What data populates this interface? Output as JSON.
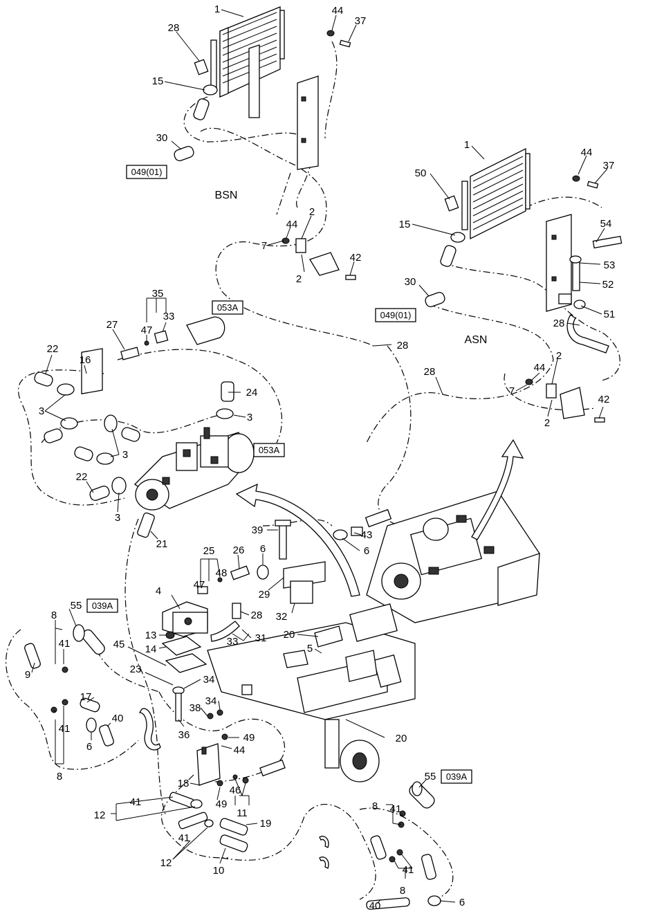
{
  "callouts": [
    {
      "id": "c1a",
      "text": "1"
    },
    {
      "id": "c44a",
      "text": "44"
    },
    {
      "id": "c37a",
      "text": "37"
    },
    {
      "id": "c28a",
      "text": "28"
    },
    {
      "id": "c15a",
      "text": "15"
    },
    {
      "id": "c30a",
      "text": "30"
    },
    {
      "id": "c1b",
      "text": "1"
    },
    {
      "id": "c44b",
      "text": "44"
    },
    {
      "id": "c37b",
      "text": "37"
    },
    {
      "id": "c50",
      "text": "50"
    },
    {
      "id": "c15b",
      "text": "15"
    },
    {
      "id": "c2a",
      "text": "2"
    },
    {
      "id": "c44c",
      "text": "44"
    },
    {
      "id": "c7a",
      "text": "7"
    },
    {
      "id": "c2b",
      "text": "2"
    },
    {
      "id": "c42a",
      "text": "42"
    },
    {
      "id": "c54",
      "text": "54"
    },
    {
      "id": "c53",
      "text": "53"
    },
    {
      "id": "c52",
      "text": "52"
    },
    {
      "id": "c30b",
      "text": "30"
    },
    {
      "id": "c51",
      "text": "51"
    },
    {
      "id": "c28b",
      "text": "28"
    },
    {
      "id": "c35",
      "text": "35"
    },
    {
      "id": "c47a",
      "text": "47"
    },
    {
      "id": "c33a",
      "text": "33"
    },
    {
      "id": "c27",
      "text": "27"
    },
    {
      "id": "c28c",
      "text": "28"
    },
    {
      "id": "c2c",
      "text": "2"
    },
    {
      "id": "c44d",
      "text": "44"
    },
    {
      "id": "c7b",
      "text": "7"
    },
    {
      "id": "c28d",
      "text": "28"
    },
    {
      "id": "c2d",
      "text": "2"
    },
    {
      "id": "c42b",
      "text": "42"
    },
    {
      "id": "c22a",
      "text": "22"
    },
    {
      "id": "c16",
      "text": "16"
    },
    {
      "id": "c24",
      "text": "24"
    },
    {
      "id": "c3a",
      "text": "3"
    },
    {
      "id": "c3b",
      "text": "3"
    },
    {
      "id": "c3c",
      "text": "3"
    },
    {
      "id": "c22b",
      "text": "22"
    },
    {
      "id": "c3d",
      "text": "3"
    },
    {
      "id": "c21",
      "text": "21"
    },
    {
      "id": "c39",
      "text": "39"
    },
    {
      "id": "c43",
      "text": "43"
    },
    {
      "id": "c6a",
      "text": "6"
    },
    {
      "id": "c25",
      "text": "25"
    },
    {
      "id": "c26",
      "text": "26"
    },
    {
      "id": "c6b",
      "text": "6"
    },
    {
      "id": "c48",
      "text": "48"
    },
    {
      "id": "c47b",
      "text": "47"
    },
    {
      "id": "c4",
      "text": "4"
    },
    {
      "id": "c29",
      "text": "29"
    },
    {
      "id": "c28e",
      "text": "28"
    },
    {
      "id": "c32",
      "text": "32"
    },
    {
      "id": "c33b",
      "text": "33"
    },
    {
      "id": "c31",
      "text": "31"
    },
    {
      "id": "c55a",
      "text": "55"
    },
    {
      "id": "c8a",
      "text": "8"
    },
    {
      "id": "c41a",
      "text": "41"
    },
    {
      "id": "c9",
      "text": "9"
    },
    {
      "id": "c13",
      "text": "13"
    },
    {
      "id": "c14",
      "text": "14"
    },
    {
      "id": "c45",
      "text": "45"
    },
    {
      "id": "c20a",
      "text": "20"
    },
    {
      "id": "c5",
      "text": "5"
    },
    {
      "id": "c23",
      "text": "23"
    },
    {
      "id": "c34a",
      "text": "34"
    },
    {
      "id": "c17",
      "text": "17"
    },
    {
      "id": "c40a",
      "text": "40"
    },
    {
      "id": "c38",
      "text": "38"
    },
    {
      "id": "c34b",
      "text": "34"
    },
    {
      "id": "c41b",
      "text": "41"
    },
    {
      "id": "c6c",
      "text": "6"
    },
    {
      "id": "c36",
      "text": "36"
    },
    {
      "id": "c49a",
      "text": "49"
    },
    {
      "id": "c44e",
      "text": "44"
    },
    {
      "id": "c20b",
      "text": "20"
    },
    {
      "id": "c8b",
      "text": "8"
    },
    {
      "id": "c18",
      "text": "18"
    },
    {
      "id": "c46",
      "text": "46"
    },
    {
      "id": "c49b",
      "text": "49"
    },
    {
      "id": "c41c",
      "text": "41"
    },
    {
      "id": "c11",
      "text": "11"
    },
    {
      "id": "c12a",
      "text": "12"
    },
    {
      "id": "c19",
      "text": "19"
    },
    {
      "id": "c41d",
      "text": "41"
    },
    {
      "id": "c12b",
      "text": "12"
    },
    {
      "id": "c10",
      "text": "10"
    },
    {
      "id": "c55b",
      "text": "55"
    },
    {
      "id": "c8c",
      "text": "8"
    },
    {
      "id": "c41e",
      "text": "41"
    },
    {
      "id": "c41f",
      "text": "41"
    },
    {
      "id": "c8d",
      "text": "8"
    },
    {
      "id": "c40b",
      "text": "40"
    },
    {
      "id": "c6d",
      "text": "6"
    }
  ],
  "section_labels": {
    "bsn": "BSN",
    "asn": "ASN"
  },
  "references": {
    "r049a": "049(01)",
    "r049b": "049(01)",
    "r053a": "053A",
    "r053b": "053A",
    "r039a": "039A",
    "r039b": "039A"
  }
}
